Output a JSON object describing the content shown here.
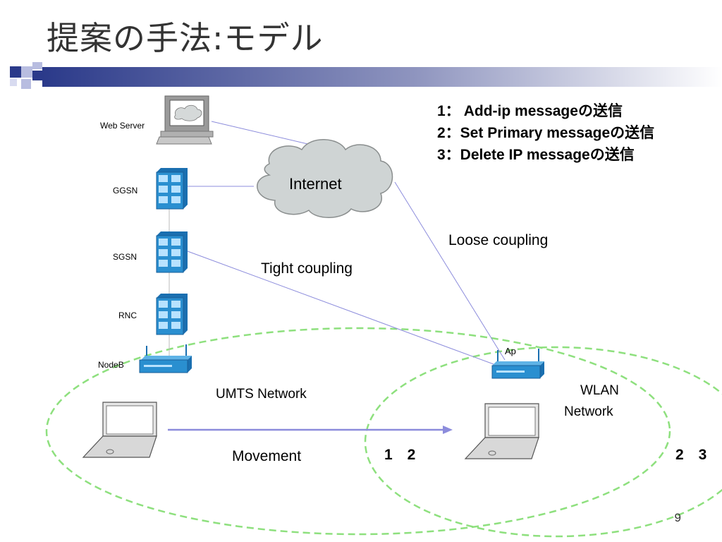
{
  "slide": {
    "title": "提案の手法:モデル",
    "page_number": "9"
  },
  "legend_steps": [
    "1： Add-ip messageの送信",
    "2：Set Primary messageの送信",
    "3：Delete  IP messageの送信"
  ],
  "nodes": {
    "web_server": "Web Server",
    "ggsn": "GGSN",
    "sgsn": "SGSN",
    "rnc": "RNC",
    "nodeb": "NodeB",
    "ap": "Ap",
    "internet": "Internet"
  },
  "links": {
    "tight": "Tight coupling",
    "loose": "Loose coupling",
    "movement": "Movement"
  },
  "networks": {
    "umts": "UMTS Network",
    "wlan_line1": "WLAN",
    "wlan_line2": "Network"
  },
  "markers": {
    "center": "1　2",
    "right": "2　3"
  },
  "colors": {
    "accent_blue": "#2b3a8a",
    "dashed_green": "#8ee07e",
    "link_line": "#8c8cdc",
    "device_blue": "#2a8fd0"
  }
}
